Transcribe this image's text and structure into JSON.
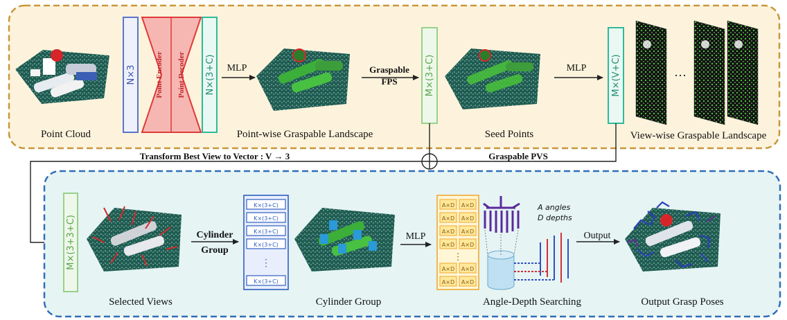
{
  "top_stage": {
    "point_cloud_caption": "Point Cloud",
    "n3_label": "N×3",
    "encoder_label": "Point Encoder",
    "decoder_label": "Point Decoder",
    "n3c_label": "N×(3+C)",
    "mlp_label_1": "MLP",
    "pointwise_caption": "Point-wise Graspable Landscape",
    "fps_label_line1": "Graspable",
    "fps_label_line2": "FPS",
    "m3c_label": "M×(3+C)",
    "seed_caption": "Seed Points",
    "mlp_label_2": "MLP",
    "mvc_label": "M×(V+C)",
    "ellipsis": "···",
    "viewwise_caption": "View-wise Graspable Landscape"
  },
  "connector": {
    "transform_label": "Transform Best View to Vector : V → 3",
    "pvs_label": "Graspable PVS"
  },
  "bottom_stage": {
    "m33c_label": "M×(3+3+C)",
    "selected_caption": "Selected Views",
    "cylinder_label_line1": "Cylinder",
    "cylinder_label_line2": "Group",
    "kx_cell": "K×(3+C)",
    "vdots": "⋮",
    "cylinder_caption": "Cylinder Group",
    "mlp_label_3": "MLP",
    "axd_cell": "A×D",
    "a_angles": "A angles",
    "d_depths": "D depths",
    "angle_caption": "Angle-Depth Searching",
    "output_label": "Output",
    "output_caption": "Output Grasp Poses"
  },
  "colors": {
    "top_fill": "#fdf3dc",
    "top_border": "#c9973a",
    "bottom_fill": "#e6f4f4",
    "bottom_border": "#2f6fb7",
    "blue_box": "#5b74c9",
    "red_box": "#e0393a",
    "red_fill": "#f6b7b2",
    "teal_box": "#2fb99a",
    "green_box": "#98d08a",
    "yellow_fill": "#ffe89a",
    "yellow_border": "#f0a830"
  },
  "icons": [
    "point-cloud-image",
    "graspable-landscape-image",
    "view-slice-image",
    "gripper-icon",
    "cylinder-icon",
    "xor-circle-icon"
  ]
}
